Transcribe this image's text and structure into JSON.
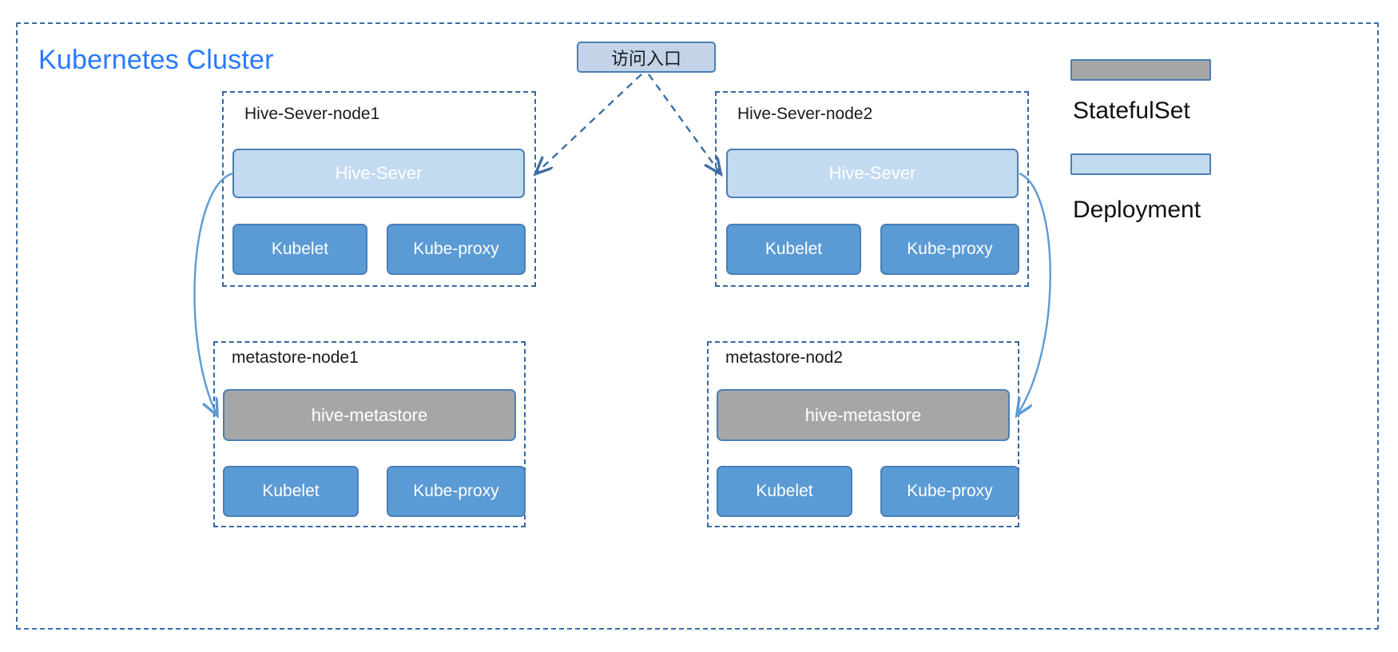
{
  "cluster": {
    "title": "Kubernetes Cluster"
  },
  "entry": {
    "label": "访问入口"
  },
  "nodes": [
    {
      "id": "hive-server-node1",
      "label": "Hive-Sever-node1",
      "main": {
        "label": "Hive-Sever",
        "kind": "Deployment"
      },
      "agents": [
        {
          "label": "Kubelet"
        },
        {
          "label": "Kube-proxy"
        }
      ]
    },
    {
      "id": "hive-server-node2",
      "label": "Hive-Sever-node2",
      "main": {
        "label": "Hive-Sever",
        "kind": "Deployment"
      },
      "agents": [
        {
          "label": "Kubelet"
        },
        {
          "label": "Kube-proxy"
        }
      ]
    },
    {
      "id": "metastore-node1",
      "label": "metastore-node1",
      "main": {
        "label": "hive-metastore",
        "kind": "StatefulSet"
      },
      "agents": [
        {
          "label": "Kubelet"
        },
        {
          "label": "Kube-proxy"
        }
      ]
    },
    {
      "id": "metastore-node2",
      "label": "metastore-nod2",
      "main": {
        "label": "hive-metastore",
        "kind": "StatefulSet"
      },
      "agents": [
        {
          "label": "Kubelet"
        },
        {
          "label": "Kube-proxy"
        }
      ]
    }
  ],
  "legend": [
    {
      "label": "StatefulSet",
      "color": "#a6a6a6"
    },
    {
      "label": "Deployment",
      "color": "#c3dbf0"
    }
  ],
  "colors": {
    "cluster_title": "#2979ff",
    "dashed_border": "#35679f",
    "deployment_fill": "#c3dbf0",
    "statefulset_fill": "#a6a6a6",
    "agent_fill": "#5b9bd5",
    "pod_border": "#4a7fb5",
    "entry_fill": "#c3d4e8",
    "connector_solid": "#5b9bd5",
    "connector_dashed": "#3b6ea5"
  }
}
